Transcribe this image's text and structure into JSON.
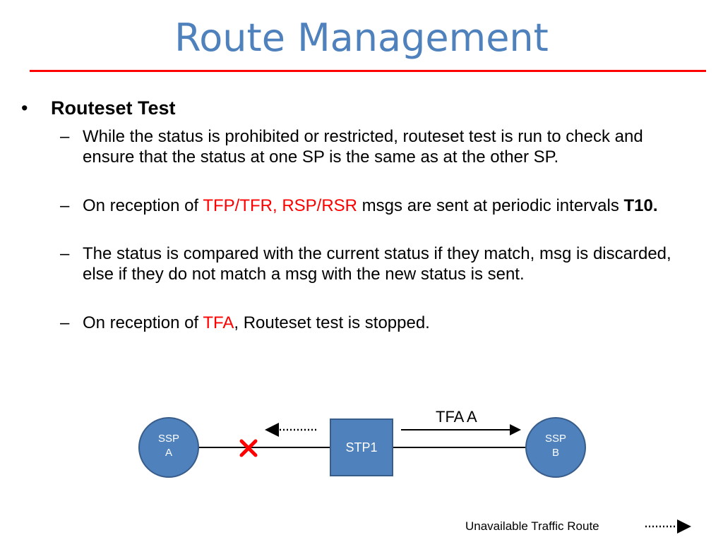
{
  "slide": {
    "title": "Route Management",
    "bullet": {
      "marker": "•",
      "heading": "Routeset Test"
    },
    "subitems": [
      {
        "dash": "–",
        "parts": [
          {
            "text": "While the status is prohibited or restricted, routeset test is run to check and ensure that the status at one SP is the same as at the other SP.",
            "style": "normal"
          }
        ]
      },
      {
        "dash": "–",
        "parts": [
          {
            "text": "On reception of ",
            "style": "normal"
          },
          {
            "text": "TFP/TFR, RSP/RSR",
            "style": "red"
          },
          {
            "text": " msgs are sent at periodic intervals ",
            "style": "normal"
          },
          {
            "text": "T10.",
            "style": "bold"
          }
        ]
      },
      {
        "dash": "–",
        "parts": [
          {
            "text": "The status is compared with the current status if they match, msg is discarded, else if they do not match a msg with the new status is sent.",
            "style": "normal"
          }
        ]
      },
      {
        "dash": "–",
        "parts": [
          {
            "text": "On reception of ",
            "style": "normal"
          },
          {
            "text": "TFA",
            "style": "red"
          },
          {
            "text": ", Routeset test is stopped.",
            "style": "normal"
          }
        ]
      }
    ]
  },
  "diagram": {
    "node_a": {
      "line1": "SSP",
      "line2": "A"
    },
    "node_b": {
      "line1": "SSP",
      "line2": "B"
    },
    "stp": "STP1",
    "tfa_label": "TFA A",
    "legend": "Unavailable Traffic Route",
    "colors": {
      "node_fill": "#4f81bd",
      "node_stroke": "#385d8a",
      "fail_mark": "#ff0000"
    }
  }
}
